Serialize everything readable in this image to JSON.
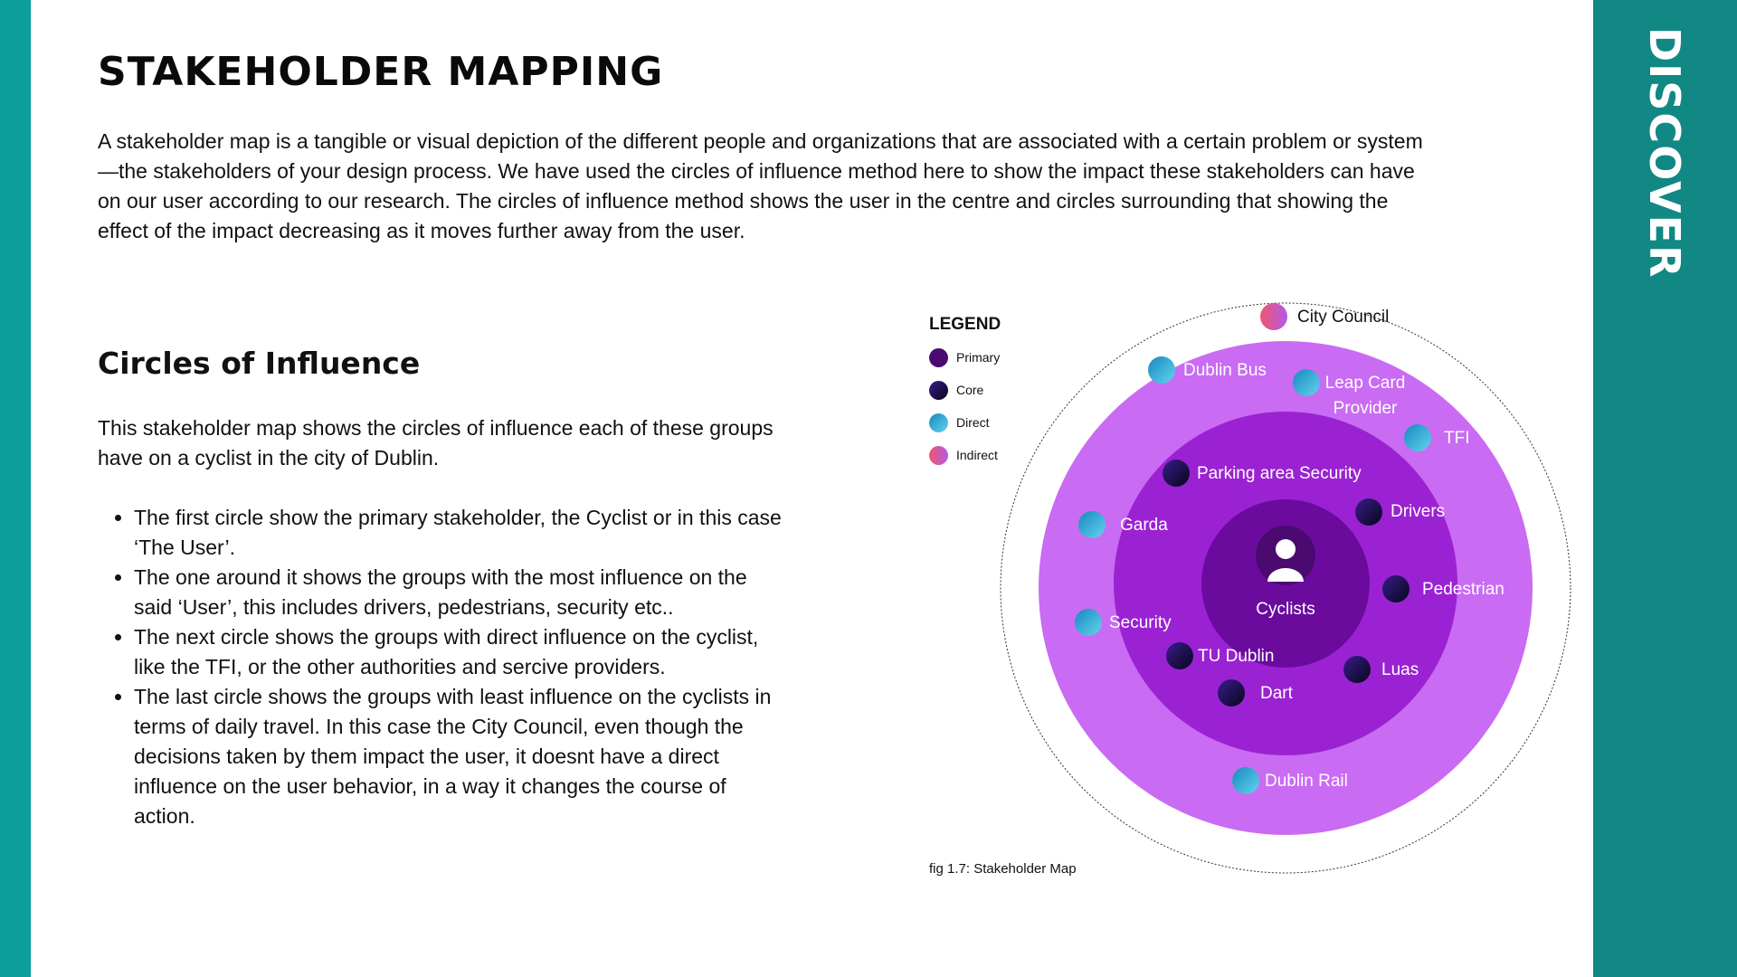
{
  "page": {
    "title": "STAKEHOLDER MAPPING",
    "section_label": "DISCOVER",
    "intro": "A stakeholder map is a tangible or visual depiction of the different people and organizations that are associated with a certain problem or system—the stakeholders of your design process. We have used the circles of influence method here to show the impact these stakeholders can have on our user according to our research. The circles of influence method shows the user in the centre and circles surrounding that showing the effect of the impact decreasing as it moves further away from the user.",
    "subtitle": "Circles of Influence",
    "description": "This stakeholder map shows the circles of influence each of these groups have on a cyclist in the city of Dublin.",
    "bullets": [
      "The first circle show the primary stakeholder, the Cyclist or in this case ‘The User’.",
      "The one around it shows the groups with the most influence on the said ‘User’, this includes drivers, pedestrians, security etc..",
      "The next circle shows the groups with direct influence on the cyclist, like the TFI, or the other authorities and sercive providers.",
      "The last circle shows the groups with least influence on the cyclists in terms of daily travel. In this case the City Council, even though the decisions taken by them impact the user, it doesnt have a direct influence on the user behavior, in a way it changes the course of action."
    ],
    "caption": "fig 1.7: Stakeholder Map"
  },
  "legend": {
    "title": "LEGEND",
    "items": [
      {
        "label": "Primary",
        "type": "primary"
      },
      {
        "label": "Core",
        "type": "core"
      },
      {
        "label": "Direct",
        "type": "direct"
      },
      {
        "label": "Indirect",
        "type": "indirect"
      }
    ]
  },
  "colors": {
    "left_bar": "#0c9e9b",
    "right_panel": "#118884",
    "ring_indirect": "#ffffff",
    "ring_direct": "#c96bf3",
    "ring_core": "#9b22d2",
    "ring_primary": "#6a0b9e",
    "dot_primary": "#4a0a70",
    "dot_core_from": "#3a1c8a",
    "dot_core_to": "#06061c",
    "dot_direct_from": "#1688bd",
    "dot_direct_to": "#64d4ef",
    "dot_indirect_from": "#f0566f",
    "dot_indirect_to": "#b45ae8"
  },
  "diagram": {
    "center_label": "Cyclists",
    "center_icon": "user-icon",
    "stakeholders": [
      {
        "label": "City Council",
        "type": "indirect"
      },
      {
        "label": "Dublin Bus",
        "type": "direct"
      },
      {
        "label": "Leap Card Provider",
        "type": "direct"
      },
      {
        "label": "TFI",
        "type": "direct"
      },
      {
        "label": "Garda",
        "type": "direct"
      },
      {
        "label": "Security",
        "type": "direct"
      },
      {
        "label": "Dublin Rail",
        "type": "direct"
      },
      {
        "label": "Parking area Security",
        "type": "core"
      },
      {
        "label": "Drivers",
        "type": "core"
      },
      {
        "label": "Pedestrian",
        "type": "core"
      },
      {
        "label": "TU Dublin",
        "type": "core"
      },
      {
        "label": "Luas",
        "type": "core"
      },
      {
        "label": "Dart",
        "type": "core"
      }
    ]
  }
}
